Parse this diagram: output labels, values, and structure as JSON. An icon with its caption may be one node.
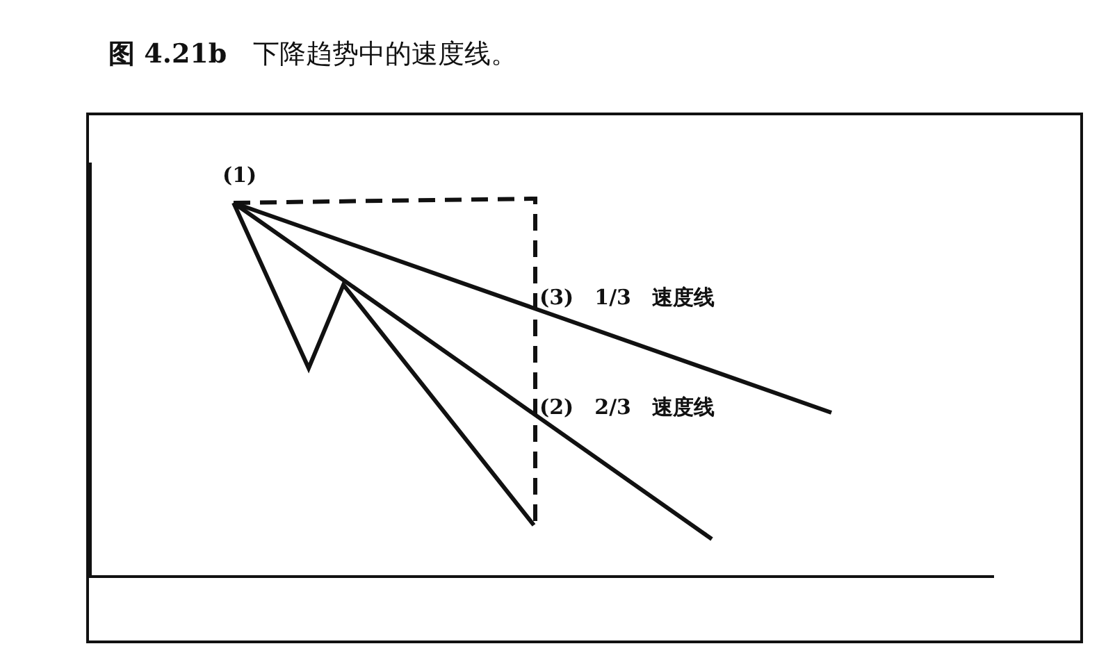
{
  "diagram": {
    "title": "**图 4.21b**　下降趋势中的速度线。",
    "labels": [
      "(1)",
      "(3)　1/3　速度线",
      "(2)　2/3　速度线"
    ]
  }
}
